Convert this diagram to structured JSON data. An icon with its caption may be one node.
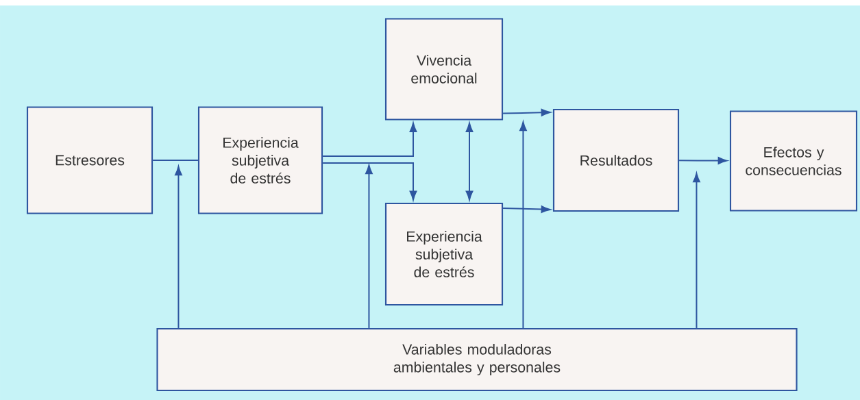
{
  "diagram": {
    "nodes": [
      {
        "text": [
          "Estresores"
        ]
      },
      {
        "text": [
          "Experiencia subjetiva de estrés"
        ]
      },
      {
        "text": [
          "Vivencia emocional"
        ]
      },
      {
        "text": [
          "Experiencia subjetiva de estrés"
        ]
      },
      {
        "text": [
          "Resultados"
        ]
      },
      {
        "text": [
          "Efectos y consecuencias"
        ]
      },
      {
        "text": [
          "Variables moduladoras ambientales y personales"
        ]
      }
    ],
    "edges": [
      {
        "from": 0,
        "to": 1,
        "arrow": "none"
      },
      {
        "from": 1,
        "to": 2,
        "arrow": "to"
      },
      {
        "from": 1,
        "to": 3,
        "arrow": "to"
      },
      {
        "from": 2,
        "to": 3,
        "arrow": "both"
      },
      {
        "from": 2,
        "to": 4,
        "arrow": "to"
      },
      {
        "from": 3,
        "to": 4,
        "arrow": "to"
      },
      {
        "from": 4,
        "to": 5,
        "arrow": "to"
      },
      {
        "from": 6,
        "to": null,
        "arrow": "to"
      },
      {
        "from": 6,
        "to": null,
        "arrow": "to"
      },
      {
        "from": 6,
        "to": null,
        "arrow": "to"
      },
      {
        "from": 6,
        "to": null,
        "arrow": "to"
      }
    ]
  }
}
